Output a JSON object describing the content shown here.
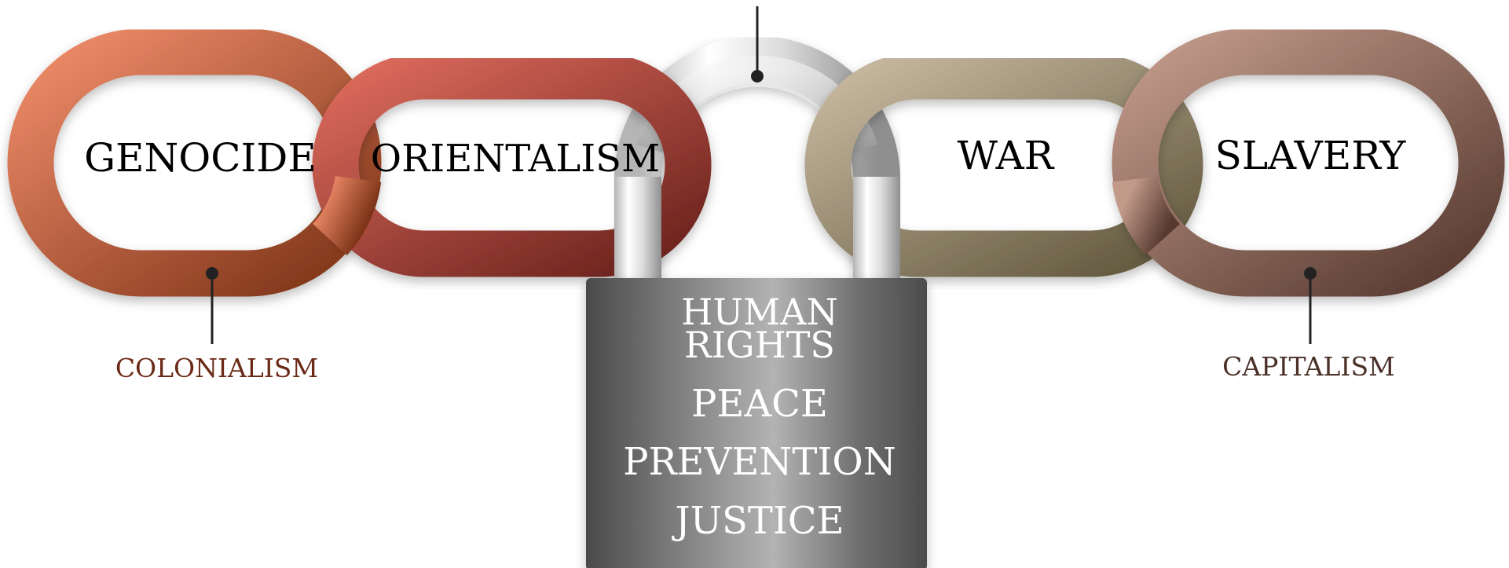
{
  "chain_links": [
    {
      "label": "GENOCIDE",
      "color_start": "#ef8c6a",
      "color_end": "#7e3418"
    },
    {
      "label": "ORIENTALISM",
      "color_start": "#dc6a5c",
      "color_end": "#6a221c"
    },
    {
      "label": "WAR",
      "color_start": "#c7b9a0",
      "color_end": "#62583e"
    },
    {
      "label": "SLAVERY",
      "color_start": "#c29a8a",
      "color_end": "#56392f"
    }
  ],
  "callouts": {
    "left": {
      "label": "COLONIALISM",
      "color": "#6b2a17"
    },
    "right": {
      "label": "CAPITALISM",
      "color": "#4a3028"
    },
    "top": {
      "label": ""
    }
  },
  "padlock": {
    "lines": [
      "HUMAN",
      "RIGHTS",
      "PEACE",
      "PREVENTION",
      "JUSTICE"
    ],
    "body_color": "#6b6b6b",
    "text_color": "#ffffff"
  }
}
